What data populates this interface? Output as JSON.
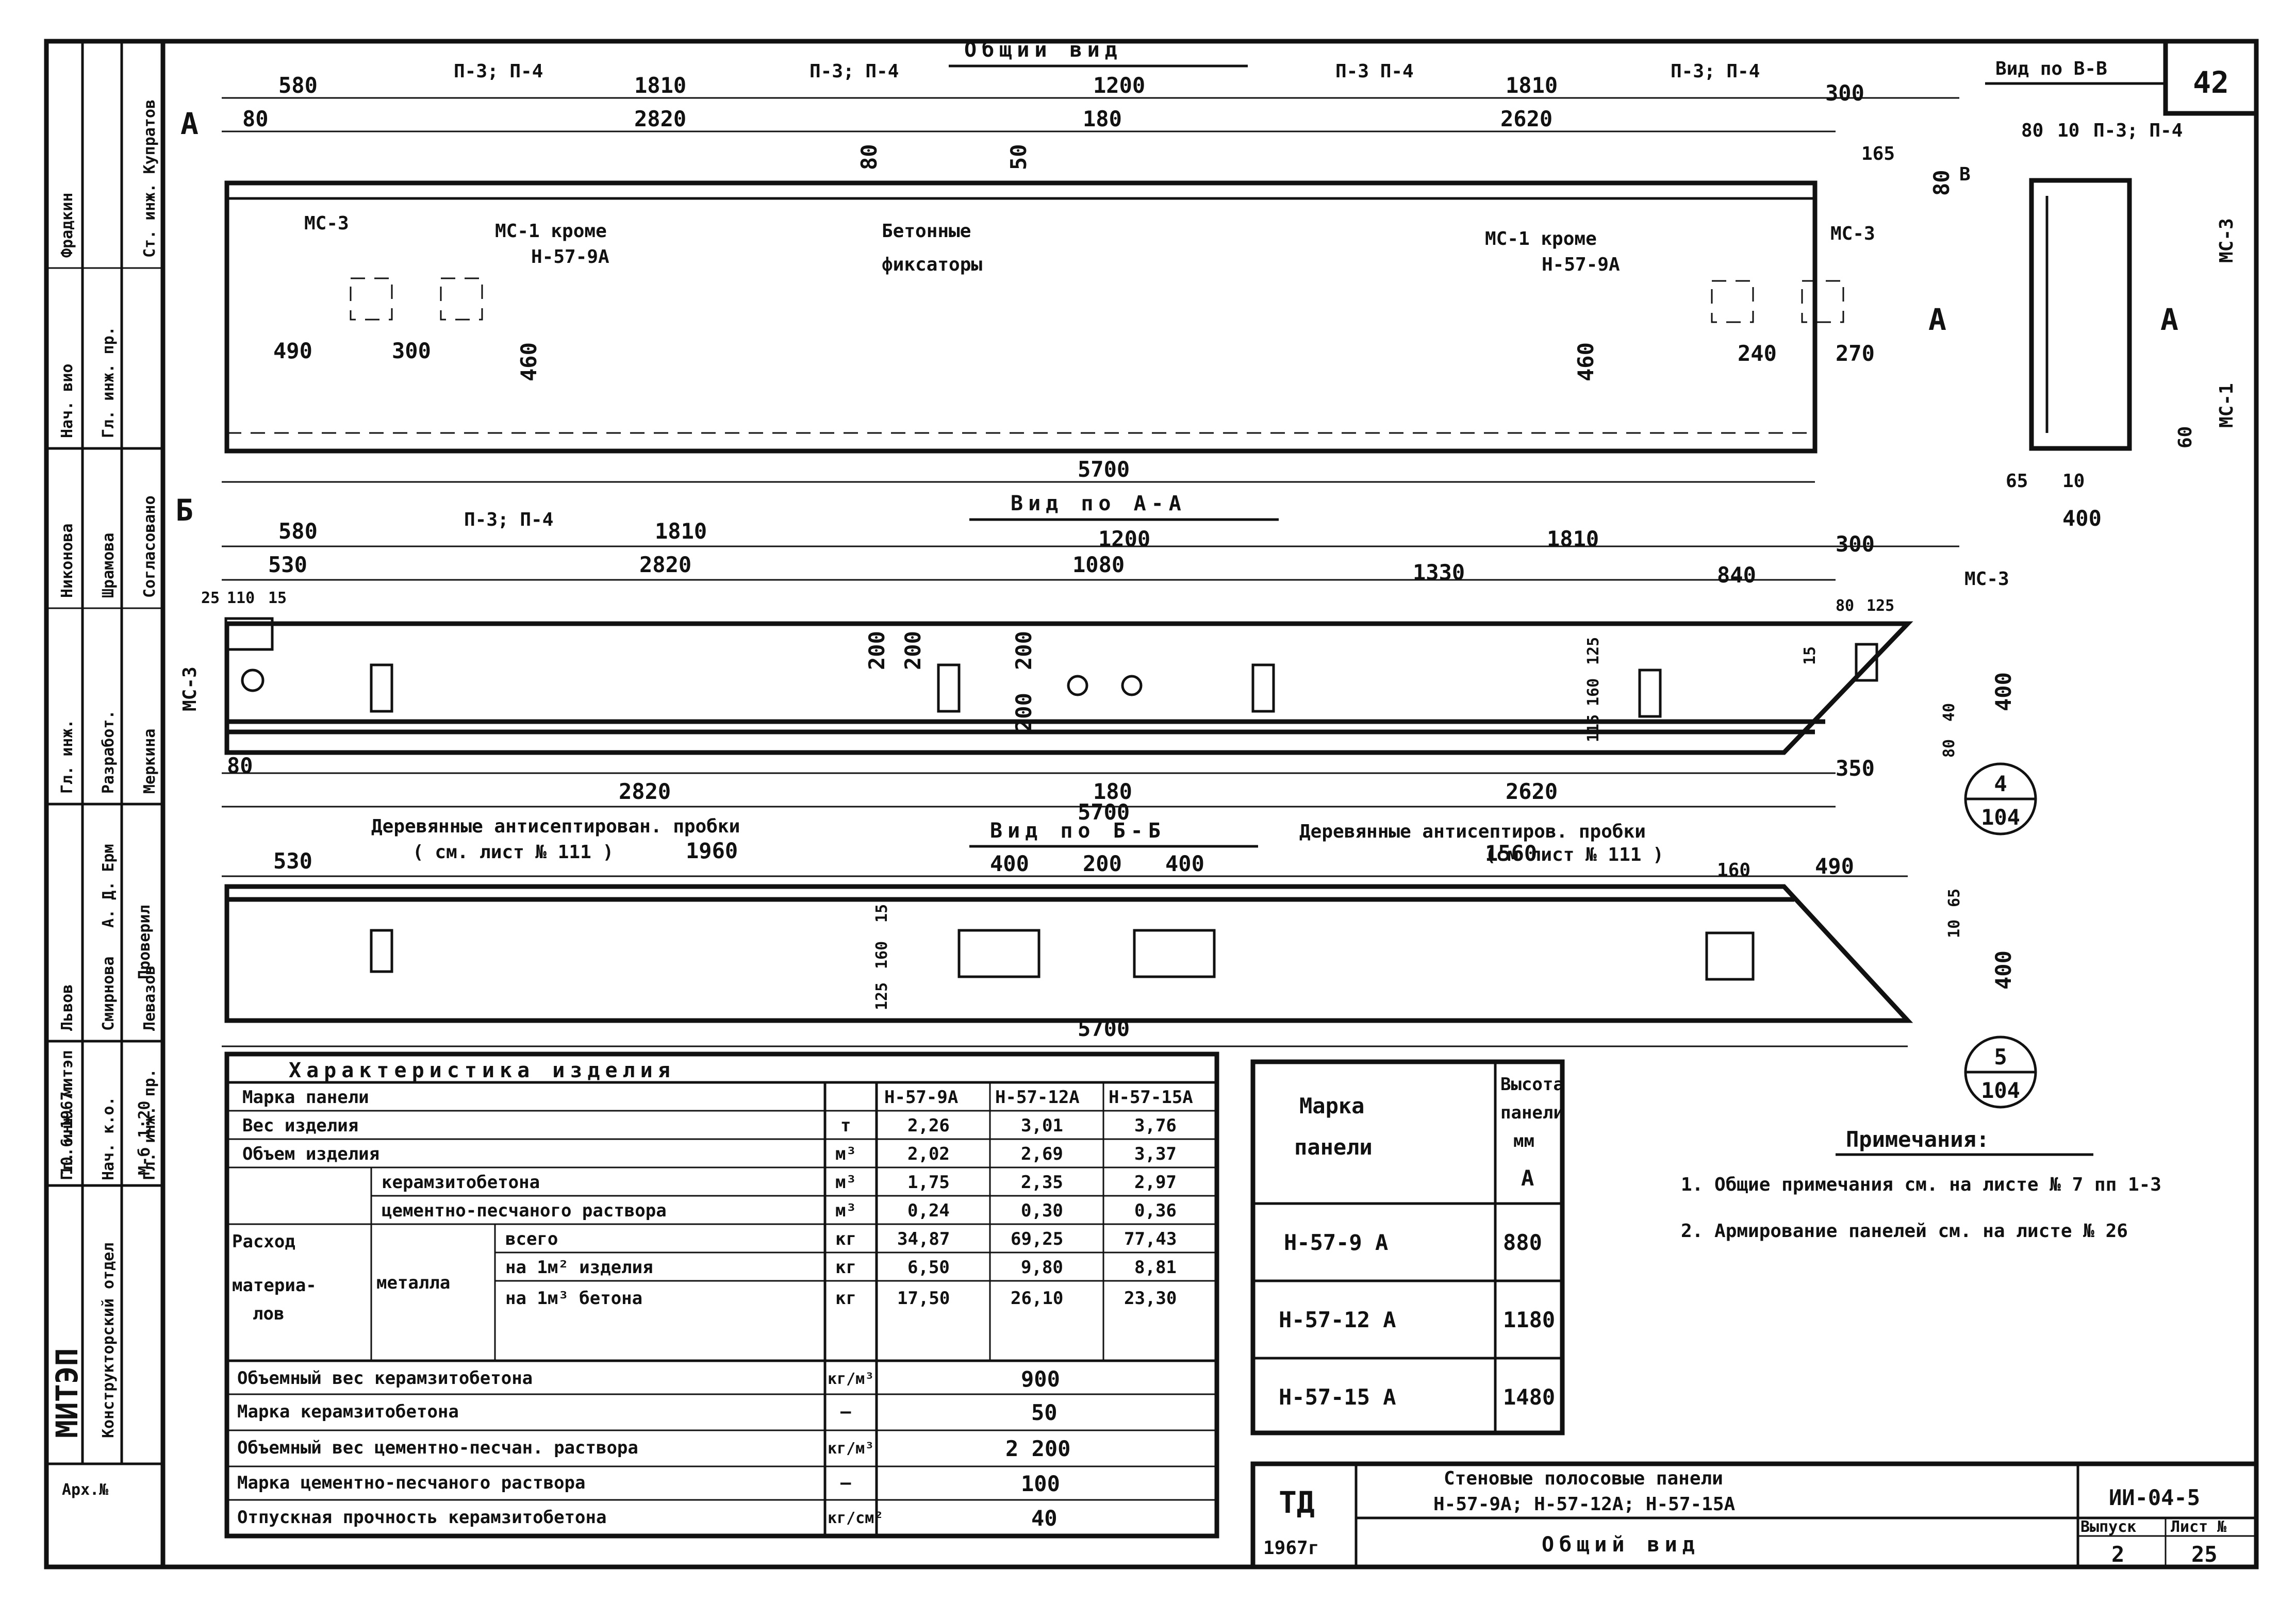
{
  "views": {
    "general": {
      "title": "Общий вид",
      "dims_top": [
        "580",
        "1810",
        "1200",
        "1810",
        "300"
      ],
      "dims_second": [
        "2820",
        "180",
        "2620"
      ],
      "refs_top": [
        "П-3; П-4",
        "П-3; П-4",
        "П-3 П-4",
        "П-3; П-4"
      ],
      "small_dims": [
        "80",
        "80",
        "50",
        "165",
        "80"
      ],
      "labels": {
        "mc3_left": "МС-3",
        "mc1_left": "МС-1 кроме",
        "mc1_left_sub": "Н-57-9А",
        "fixators": "Бетонные",
        "fixators_sub": "фиксаторы",
        "mc1_right": "МС-1 кроме",
        "mc1_right_sub": "Н-57-9А",
        "mc3_right": "МС-3",
        "arrow_A": "А",
        "arrow_B": "Б",
        "dim_A": "А",
        "mark_B": "В"
      },
      "inner_dims": [
        "490",
        "300",
        "460",
        "460",
        "240",
        "270"
      ],
      "total": "5700"
    },
    "view_vv": {
      "title": "Вид по В-В",
      "labels": [
        "80",
        "10",
        "П-3; П-4",
        "МС-3",
        "А",
        "МС-1",
        "60",
        "65",
        "10",
        "400"
      ]
    },
    "view_aa": {
      "title": "Вид по А-А",
      "dims_top": [
        "580",
        "1810",
        "1200",
        "1810",
        "300"
      ],
      "dims_second": [
        "530",
        "2820",
        "1080",
        "1330",
        "840"
      ],
      "small": [
        "25",
        "110",
        "15",
        "200",
        "200",
        "200",
        "200",
        "80",
        "125",
        "15",
        "125",
        "160",
        "115",
        "40",
        "80",
        "400"
      ],
      "ref_left": "П-3; П-4",
      "mc3": "МС-3",
      "mc3_right": "МС-3",
      "bottom_dims": [
        "80",
        "2820",
        "180",
        "2620",
        "350"
      ],
      "total": "5700"
    },
    "view_bb": {
      "title": "Вид по Б-Б",
      "plug_left": "Деревянные антисептирован. пробки",
      "plug_left_sub": "( см. лист № 111 )",
      "plug_right": "Деревянные антисептиров. пробки",
      "plug_right_sub": "(см лист № 111 )",
      "dims_top": [
        "530",
        "1960",
        "400",
        "200",
        "400",
        "1560",
        "160",
        "490"
      ],
      "small": [
        "15",
        "160",
        "125",
        "65",
        "10",
        "400"
      ],
      "total": "5700"
    },
    "callouts": [
      {
        "num": "4",
        "sheet": "104"
      },
      {
        "num": "5",
        "sheet": "104"
      }
    ]
  },
  "characteristics": {
    "title": "Характеристика изделия",
    "col_headers": [
      "Марка панели",
      "Н-57-9А",
      "Н-57-12А",
      "Н-57-15А"
    ],
    "rows": [
      {
        "label": "Вес изделия",
        "unit": "т",
        "v": [
          "2,26",
          "3,01",
          "3,76"
        ]
      },
      {
        "label": "Объем изделия",
        "unit": "м³",
        "v": [
          "2,02",
          "2,69",
          "3,37"
        ]
      }
    ],
    "group_label_1": "Расход",
    "group_label_2": "материа-",
    "group_label_3": "лов",
    "mat_rows": [
      {
        "label": "керамзитобетона",
        "unit": "м³",
        "v": [
          "1,75",
          "2,35",
          "2,97"
        ]
      },
      {
        "label": "цементно-песчаного раствора",
        "unit": "м³",
        "v": [
          "0,24",
          "0,30",
          "0,36"
        ]
      }
    ],
    "metal_label": "металла",
    "metal_rows": [
      {
        "label": "всего",
        "unit": "кг",
        "v": [
          "34,87",
          "69,25",
          "77,43"
        ]
      },
      {
        "label": "на 1м² изделия",
        "unit": "кг",
        "v": [
          "6,50",
          "9,80",
          "8,81"
        ]
      },
      {
        "label": "на 1м³ бетона",
        "unit": "кг",
        "v": [
          "17,50",
          "26,10",
          "23,30"
        ]
      }
    ],
    "single_rows": [
      {
        "label": "Объемный вес керамзитобетона",
        "unit": "кг/м³",
        "v": "900"
      },
      {
        "label": "Марка керамзитобетона",
        "unit": "—",
        "v": "50"
      },
      {
        "label": "Объемный вес цементно-песчан. раствора",
        "unit": "кг/м³",
        "v": "2 200"
      },
      {
        "label": "Марка цементно-песчаного раствора",
        "unit": "—",
        "v": "100"
      },
      {
        "label": "Отпускная прочность керамзитобетона",
        "unit": "кг/см²",
        "v": "40"
      }
    ]
  },
  "heights": {
    "h1": "Марка",
    "h1b": "панели",
    "h2": "Высота",
    "h2b": "панели",
    "h2c": "мм",
    "h2d": "А",
    "rows": [
      {
        "mark": "Н-57-9 А",
        "height": "880"
      },
      {
        "mark": "Н-57-12 А",
        "height": "1180"
      },
      {
        "mark": "Н-57-15 А",
        "height": "1480"
      }
    ]
  },
  "notes": {
    "title": "Примечания:",
    "items": [
      "1. Общие примечания см. на листе № 7 пп 1-3",
      "2. Армирование панелей см. на листе № 26"
    ]
  },
  "title_block": {
    "td": "ТД",
    "year": "1967г",
    "name1": "Стеновые полосовые панели",
    "name2": "Н-57-9А; Н-57-12А; Н-57-15А",
    "name3": "Общий вид",
    "code": "ИИ-04-5",
    "issue_label": "Выпуск",
    "issue": "2",
    "sheet_label": "Лист №",
    "sheet_no": "25"
  },
  "sheet_number": "42",
  "side_stamp": {
    "org": "МИТЭП",
    "dept": "Конструкторский отдел",
    "date": "10.6.1967г",
    "scale": "М-б 1:20",
    "arch": "Арх.№",
    "cells": [
      "Фрадкин",
      "Нач. вио",
      "Гл. инж. пр.",
      "Ст. инж. Купратов",
      "Согласовано",
      "Никонова",
      "Шрамова",
      "Меркина",
      "Гл. инж.",
      "Разработ.",
      "Проверил",
      "Львов",
      "Смирнова",
      "А. Д. Ерм",
      "Левазов",
      "Гл. инж. митэп",
      "Нач. к.о.",
      "Гл. инж. пр."
    ]
  }
}
